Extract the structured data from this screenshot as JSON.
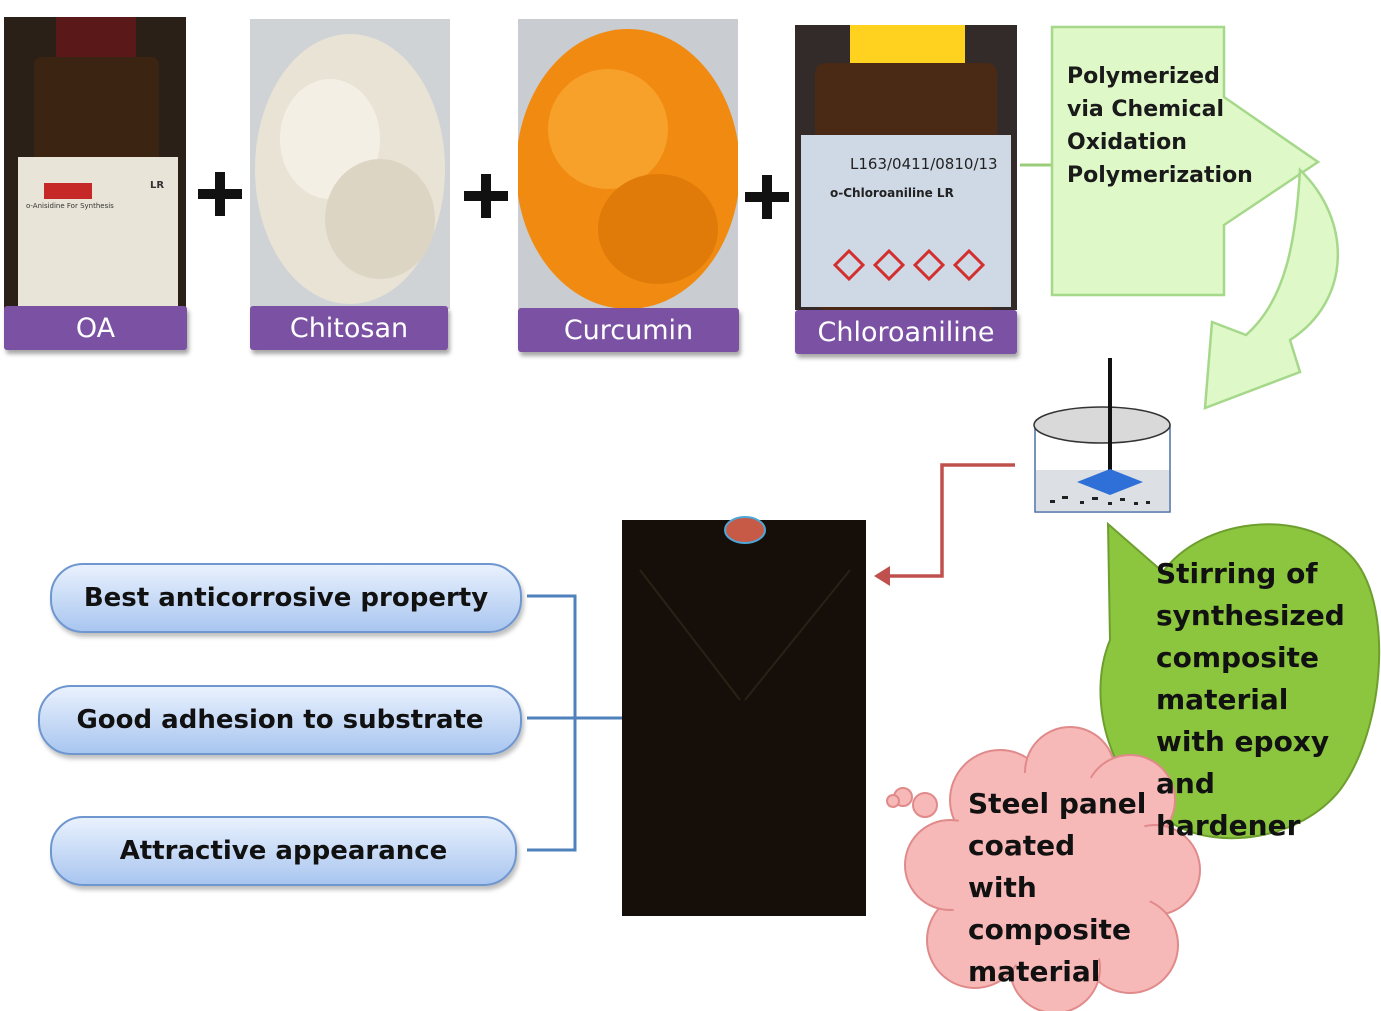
{
  "ingredients": [
    {
      "label": "OA",
      "bottle_text": [
        "o-Anisidine For Synthesis",
        "LR"
      ]
    },
    {
      "label": "Chitosan"
    },
    {
      "label": "Curcumin"
    },
    {
      "label": "Chloroaniline",
      "bottle_text": [
        "L163/0411/0810/13",
        "o-Chloroaniline LR"
      ]
    }
  ],
  "process": {
    "polymerization_text": "Polymerized via Chemical Oxidation Polymerization",
    "stirring_text": "Stirring of synthesized composite material with epoxy and hardener",
    "panel_text": "Steel panel coated with composite material"
  },
  "properties": [
    {
      "label": "Best anticorrosive property"
    },
    {
      "label": "Good adhesion to substrate"
    },
    {
      "label": "Attractive appearance"
    }
  ],
  "colors": {
    "label_purple": "#7b52a3",
    "arrow_green": "#d9f7bf",
    "stir_bubble_green": "#8cc63f",
    "panel_cloud_pink": "#f7b8b8",
    "connector_red": "#c0504d",
    "bracket_blue": "#4f81bd",
    "pill_blue": "#a9c6f0"
  }
}
